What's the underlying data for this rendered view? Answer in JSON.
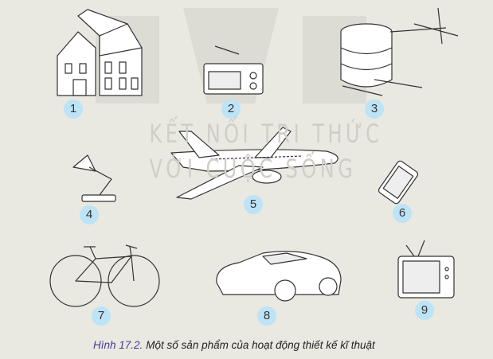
{
  "watermark": {
    "line1": "KẾT NỐI TRI THỨC",
    "line2": "VỚI CUỘC SỐNG"
  },
  "items": [
    {
      "number": "1",
      "icon": "house-icon"
    },
    {
      "number": "2",
      "icon": "radio-icon"
    },
    {
      "number": "3",
      "icon": "woven-structure-icon"
    },
    {
      "number": "4",
      "icon": "desk-lamp-icon"
    },
    {
      "number": "5",
      "icon": "airplane-icon"
    },
    {
      "number": "6",
      "icon": "smartphone-icon"
    },
    {
      "number": "7",
      "icon": "bicycle-icon"
    },
    {
      "number": "8",
      "icon": "car-icon"
    },
    {
      "number": "9",
      "icon": "television-icon"
    }
  ],
  "caption": {
    "label": "Hình 17.2.",
    "text": " Một số sản phẩm của hoạt động thiết kế kĩ thuật"
  },
  "colors": {
    "background": "#e9e8e1",
    "badge": "#bde3f6",
    "caption_label": "#4b3a96"
  }
}
